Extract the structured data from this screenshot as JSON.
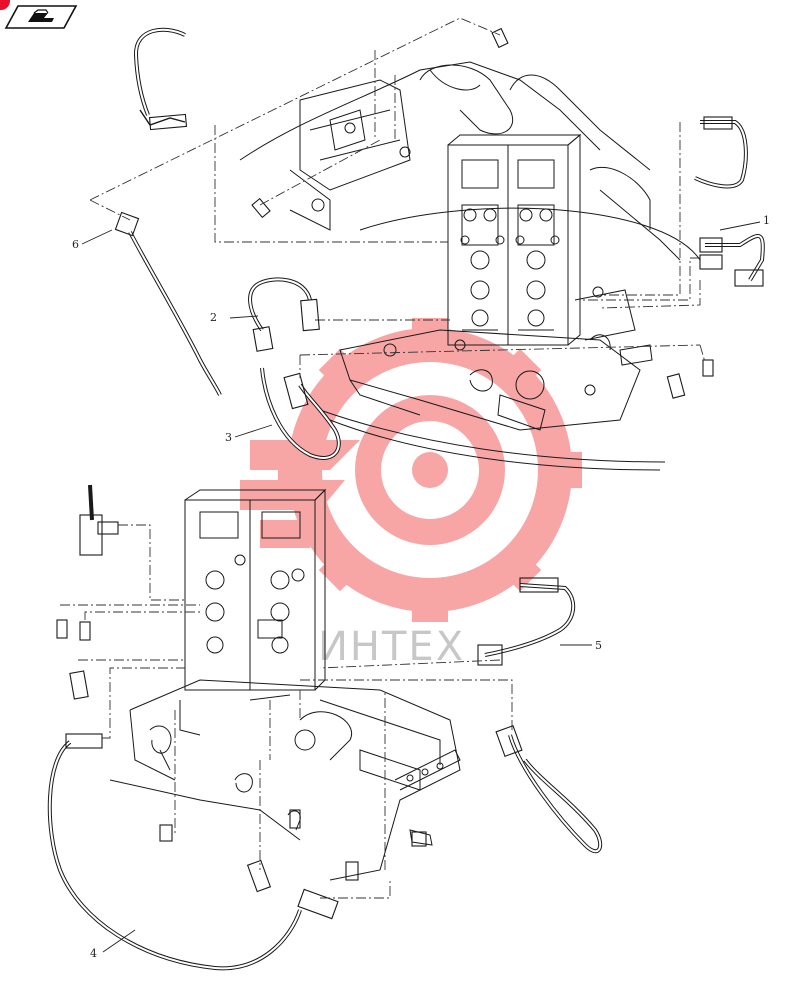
{
  "header": {
    "view_icon": "book-eye-icon"
  },
  "callouts": [
    {
      "label": "1"
    },
    {
      "label": "2"
    },
    {
      "label": "3"
    },
    {
      "label": "4"
    },
    {
      "label": "5"
    },
    {
      "label": "6"
    }
  ],
  "watermark": {
    "text": "ИНТЕХ",
    "icon": "gear-target-logo-icon"
  },
  "colors": {
    "line": "#1a1a1a",
    "dash": "#333333",
    "watermark": "#f25c5c",
    "badge_accent": "#e8102a"
  }
}
